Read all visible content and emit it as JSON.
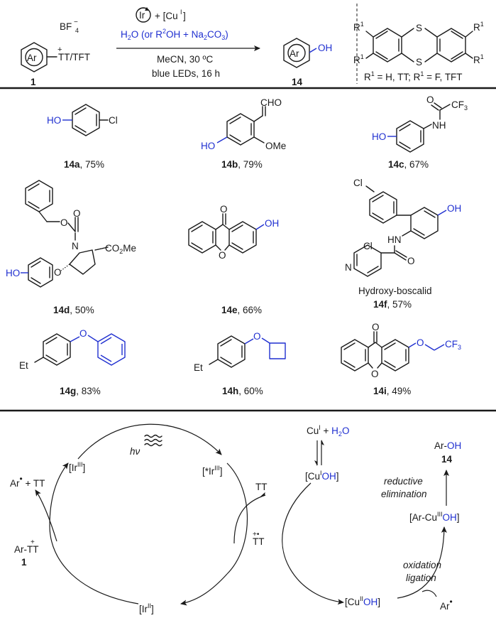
{
  "reaction": {
    "bf4": "BF",
    "bf4_sub": "4",
    "bf4_sup": "−",
    "plus": "+",
    "reactant_ring": "Ar",
    "reactant_group": "TT/TFT",
    "reactant_number": "1",
    "catalyst_ir": "Ir",
    "catalyst_cu": "+ [Cu",
    "catalyst_cu_sup": "I",
    "condition_water": "H",
    "condition_line2": "O (or R",
    "condition_line2b": "OH + Na",
    "condition_line2c": "CO",
    "condition_line2d": ")",
    "solvent": "MeCN, 30 ºC",
    "light": "blue LEDs, 16 h",
    "product_ring": "Ar",
    "product_group": "OH",
    "product_number": "14",
    "r_label": "R",
    "r_sup": "1",
    "tt_def": "R",
    "tt_def2": " = H, TT; R",
    "tt_def3": " = F, TFT",
    "s_label": "S"
  },
  "products": [
    {
      "id": "14a",
      "yield": ", 75%"
    },
    {
      "id": "14b",
      "yield": ", 79%"
    },
    {
      "id": "14c",
      "yield": ", 67%"
    },
    {
      "id": "14d",
      "yield": ", 50%"
    },
    {
      "id": "14e",
      "yield": ", 66%"
    },
    {
      "id": "14f",
      "yield": ", 57%",
      "name": "Hydroxy-boscalid"
    },
    {
      "id": "14g",
      "yield": ", 83%"
    },
    {
      "id": "14h",
      "yield": ", 60%"
    },
    {
      "id": "14i",
      "yield": ", 49%"
    }
  ],
  "atoms": {
    "ho": "HO",
    "oh": "OH",
    "cl": "Cl",
    "cho": "CHO",
    "ome": "OMe",
    "o": "O",
    "n": "N",
    "nh": "NH",
    "hn": "HN",
    "cf3": "CF",
    "three": "3",
    "co2me": "CO",
    "co2me_2": "Me",
    "two": "2",
    "et": "Et"
  },
  "mechanism": {
    "ir3": "[Ir",
    "ir3_sup": "III",
    "ir3_close": "]",
    "ir3_star": "[*Ir",
    "ir2": "[Ir",
    "ir2_sup": "II",
    "hv": "hν",
    "ar_radical_tt": "Ar",
    "ar_radical_tt2": " + TT",
    "ar_tt": "Ar-TT",
    "ar_tt_number": "1",
    "tt": "TT",
    "tt_radical": "TT",
    "cu1_h2o": "Cu",
    "cu1_sup": "I",
    "cu1_plus": " + ",
    "h2o_h": "H",
    "h2o_two": "2",
    "h2o_o": "O",
    "cu1oh": "[Cu",
    "cu1oh_oh": "OH",
    "cu2oh": "[Cu",
    "cu2_sup": "II",
    "ar_cu3": "[Ar-Cu",
    "cu3_sup": "III",
    "ar_oh": "Ar-",
    "ar_oh_oh": "OH",
    "ar_oh_number": "14",
    "reductive": "reductive",
    "elimination": "elimination",
    "oxidation": "oxidation",
    "ligation": "ligation",
    "ar_radical": "Ar"
  }
}
